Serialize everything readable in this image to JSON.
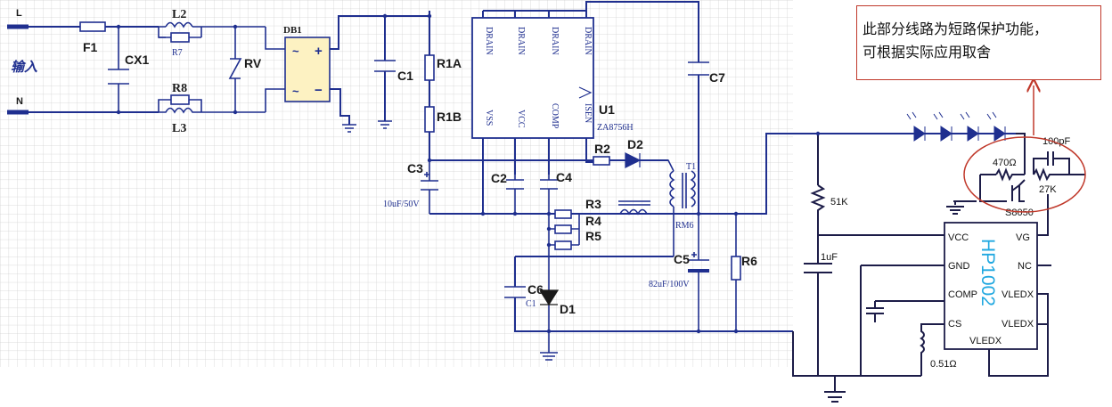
{
  "input": {
    "line_l": "L",
    "line_n": "N",
    "input_label": "输入"
  },
  "components": {
    "f1": "F1",
    "cx1": "CX1",
    "l2": "L2",
    "r7": "R7",
    "r8": "R8",
    "l3": "L3",
    "rv": "RV",
    "db1": "DB1",
    "c1": "C1",
    "r1a": "R1A",
    "r1b": "R1B",
    "u1": "U1",
    "u1_part": "ZA8756H",
    "c7": "C7",
    "c3": "C3",
    "c3_value": "10uF/50V",
    "c2": "C2",
    "c4": "C4",
    "r2": "R2",
    "d2": "D2",
    "t1": "T1",
    "rm6": "RM6",
    "r3": "R3",
    "r4": "R4",
    "r5": "R5",
    "c5": "C5",
    "c5_value": "82uF/100V",
    "c6": "C6",
    "c6_sub": "C1",
    "d1": "D1",
    "r6": "R6"
  },
  "u1_pins": {
    "drain1": "DRAIN",
    "drain2": "DRAIN",
    "drain3": "DRAIN",
    "drain4": "DRAIN",
    "vss": "VSS",
    "vcc": "VCC",
    "comp": "COMP",
    "isen": "ISEN"
  },
  "driver": {
    "r51k": "51K",
    "c1uf": "1uF",
    "r051": "0.51Ω",
    "r470": "470Ω",
    "c100p": "100pF",
    "r27k": "27K",
    "q": "S8050",
    "ic_name": "HP1002",
    "pins": {
      "vcc": "VCC",
      "gnd": "GND",
      "comp": "COMP",
      "cs": "CS",
      "vg": "VG",
      "nc": "NC",
      "vledx1": "VLEDX",
      "vledx2": "VLEDX",
      "vledx3": "VLEDX"
    }
  },
  "note": {
    "line1": "此部分线路为短路保护功能，",
    "line2": "可根据实际应用取舍"
  },
  "colors": {
    "wire": "#1f2f8f",
    "highlight": "#c0392b",
    "ic_text": "#21a8e0",
    "ground": "#c0392b"
  }
}
